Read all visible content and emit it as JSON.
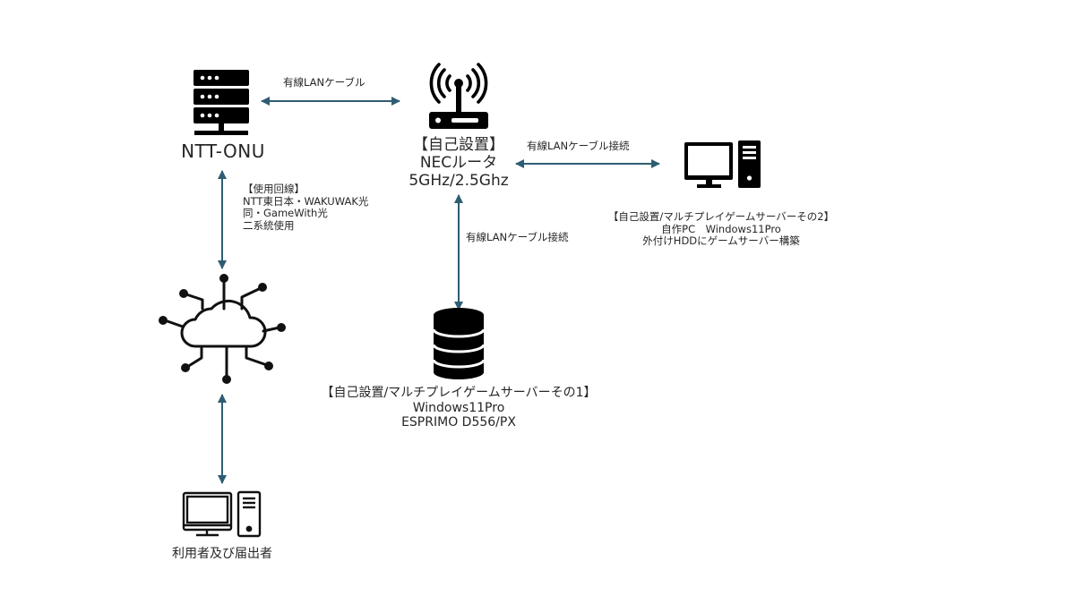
{
  "colors": {
    "connector": "#2e5d73",
    "icon": "#000000",
    "cloud_icon": "#111111",
    "text": "#262626"
  },
  "nodes": {
    "onu": {
      "icon": "server-rack-icon",
      "label": "NTT-ONU"
    },
    "router": {
      "icon": "wifi-router-icon",
      "lines": [
        "【自己設置】",
        "NECルータ",
        "5GHz/2.5Ghz"
      ]
    },
    "pc_server": {
      "icon": "desktop-computer-icon",
      "lines": [
        "【自己設置/マルチプレイゲームサーバーその2】",
        "自作PC　Windows11Pro",
        "外付けHDDにゲームサーバー構築"
      ]
    },
    "db_server": {
      "icon": "database-icon",
      "lines": [
        "【自己設置/マルチプレイゲームサーバーその1】",
        "Windows11Pro",
        "ESPRIMO D556/PX"
      ]
    },
    "internet": {
      "icon": "cloud-network-icon"
    },
    "user": {
      "icon": "desktop-computer-outline-icon",
      "label": "利用者及び届出者"
    }
  },
  "connections": {
    "onu_router": {
      "label": "有線LANケーブル"
    },
    "router_pc": {
      "label": "有線LANケーブル接続"
    },
    "router_db": {
      "label": "有線LANケーブル接続"
    },
    "onu_internet": {
      "lines": [
        "【使用回線】",
        "NTT東日本・WAKUWAK光",
        "同・GameWith光",
        "二系統使用"
      ]
    },
    "internet_user": {}
  }
}
